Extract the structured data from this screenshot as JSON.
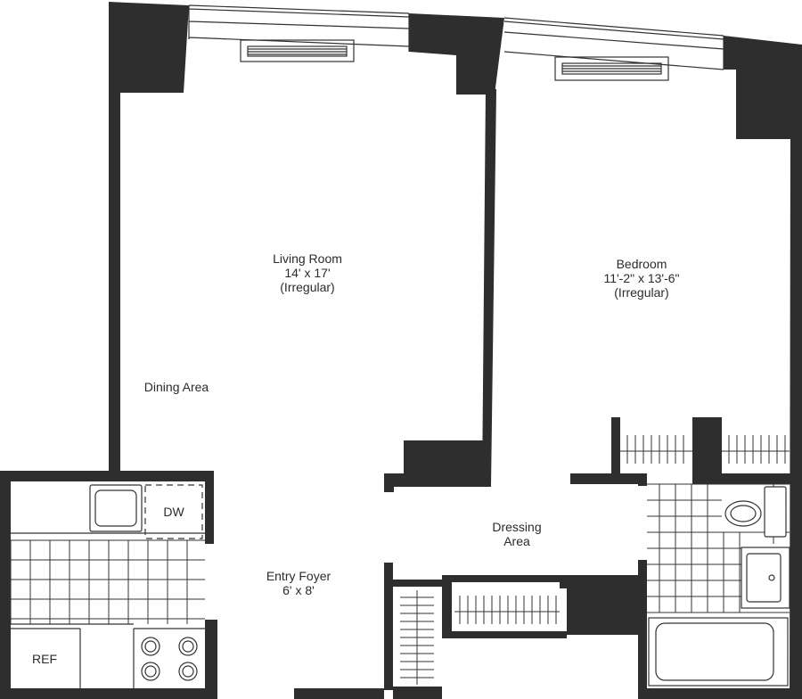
{
  "colors": {
    "wall": "#2e2e2e",
    "line": "#333333",
    "background": "#ffffff"
  },
  "rooms": {
    "living": {
      "name": "Living Room",
      "size": "14' x 17'",
      "note": "(Irregular)"
    },
    "bedroom": {
      "name": "Bedroom",
      "size": "11'-2\" x 13'-6\"",
      "note": "(Irregular)"
    },
    "dining": {
      "name": "Dining Area"
    },
    "dressing": {
      "line1": "Dressing",
      "line2": "Area"
    },
    "foyer": {
      "name": "Entry Foyer",
      "size": "6' x 8'"
    }
  },
  "fixtures": {
    "dishwasher": "DW",
    "refrigerator": "REF"
  },
  "icons": [
    "range-burner-icon",
    "sink-icon",
    "toilet-icon",
    "bathtub-icon",
    "radiator-icon",
    "closet-rod-icon"
  ]
}
